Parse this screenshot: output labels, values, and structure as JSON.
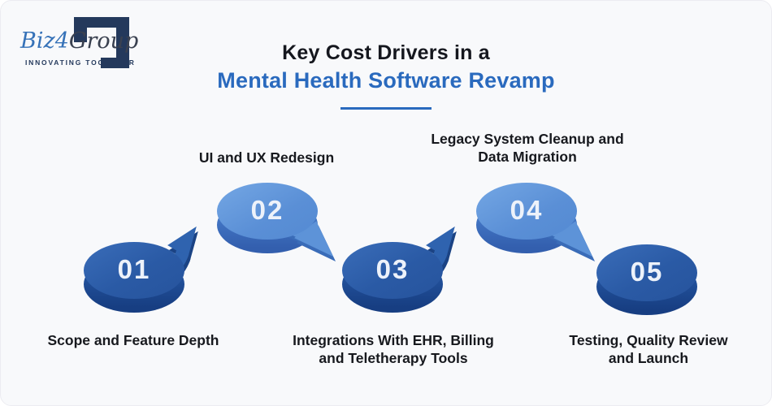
{
  "logo": {
    "brand_biz": "Biz",
    "brand_four": "4",
    "brand_group": "Group",
    "tagline": "INNOVATING TOGETHER"
  },
  "header": {
    "title_line1": "Key Cost Drivers in a",
    "title_line2": "Mental Health Software Revamp"
  },
  "steps": [
    {
      "number": "01",
      "label": "Scope and Feature Depth"
    },
    {
      "number": "02",
      "label": "UI and UX Redesign"
    },
    {
      "number": "03",
      "label": "Integrations With EHR, Billing and Teletherapy Tools"
    },
    {
      "number": "04",
      "label": "Legacy System Cleanup and Data Migration"
    },
    {
      "number": "05",
      "label": "Testing, Quality Review and Launch"
    }
  ],
  "colors": {
    "background": "#f8f9fb",
    "accent_blue": "#2a6abe",
    "title_dark": "#15171e",
    "text_dark": "#17191e",
    "dark_disc": "#2a5aa5",
    "dark_rim": "#173e82",
    "light_disc": "#5a8fd6",
    "light_rim": "#335fae",
    "logo_blue": "#3672b8",
    "logo_navy": "#24395c"
  }
}
